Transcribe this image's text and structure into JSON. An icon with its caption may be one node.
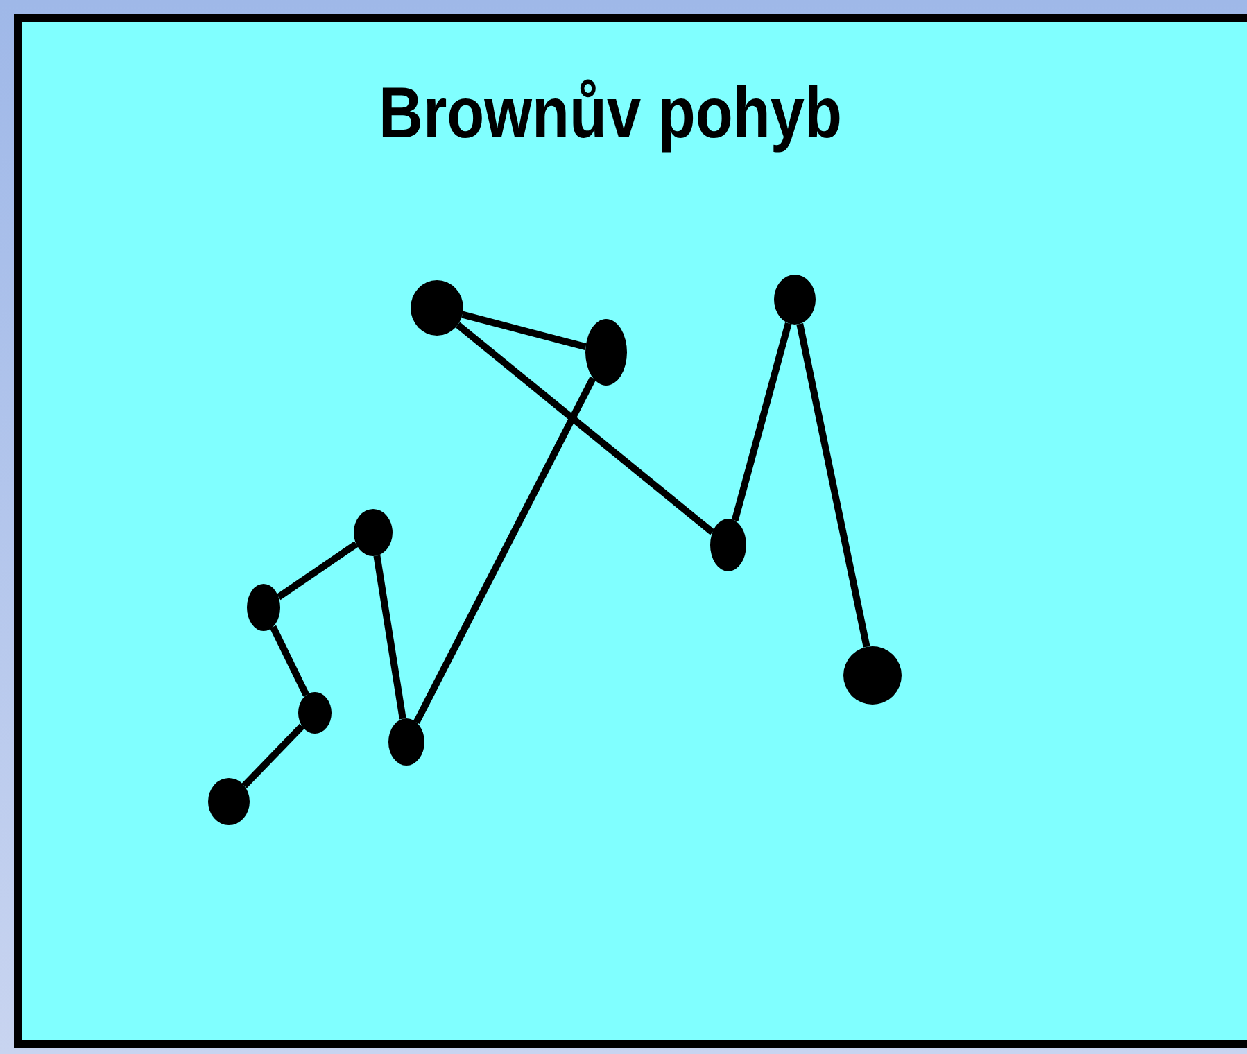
{
  "diagram": {
    "title": "Brownův pohyb",
    "nodes": [
      {
        "text": [],
        "shape": "circle"
      },
      {
        "text": [],
        "shape": "circle"
      },
      {
        "text": [],
        "shape": "circle"
      },
      {
        "text": [],
        "shape": "circle"
      },
      {
        "text": [],
        "shape": "circle"
      },
      {
        "text": [],
        "shape": "circle"
      },
      {
        "text": [],
        "shape": "circle"
      },
      {
        "text": [],
        "shape": "circle"
      },
      {
        "text": [],
        "shape": "circle"
      },
      {
        "text": [],
        "shape": "circle"
      }
    ],
    "edges": [
      {
        "from": 0,
        "to": 2,
        "arrow": "none"
      },
      {
        "from": 2,
        "to": 1,
        "arrow": "none"
      },
      {
        "from": 1,
        "to": 3,
        "arrow": "none"
      },
      {
        "from": 3,
        "to": 4,
        "arrow": "none"
      },
      {
        "from": 4,
        "to": 6,
        "arrow": "none"
      },
      {
        "from": 6,
        "to": 5,
        "arrow": "none"
      },
      {
        "from": 5,
        "to": 7,
        "arrow": "none"
      },
      {
        "from": 7,
        "to": 8,
        "arrow": "none"
      },
      {
        "from": 8,
        "to": 9,
        "arrow": "none"
      }
    ]
  }
}
